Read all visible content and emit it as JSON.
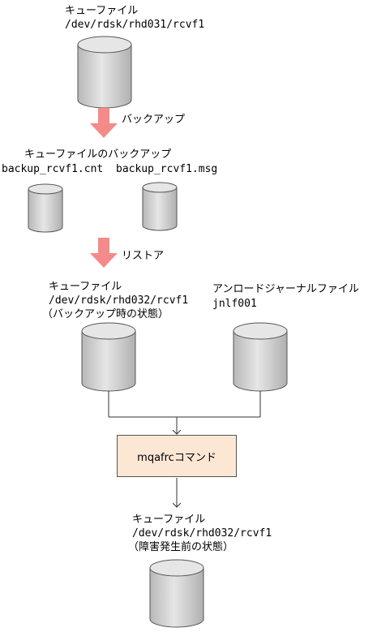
{
  "queue_top": {
    "title": "キューファイル",
    "path": "/dev/rdsk/rhd031/rcvf1"
  },
  "backup_step": {
    "label": "バックアップ"
  },
  "backup_files": {
    "title": "キューファイルのバックアップ",
    "file1": "backup_rcvf1.cnt",
    "file2": "backup_rcvf1.msg"
  },
  "restore_step": {
    "label": "リストア"
  },
  "queue_restored": {
    "title": "キューファイル",
    "path": "/dev/rdsk/rhd032/rcvf1",
    "note": "（バックアップ時の状態）"
  },
  "unload_journal": {
    "title": "アンロードジャーナルファイル",
    "name": "jnlf001"
  },
  "command": {
    "label": "mqafrcコマンド"
  },
  "queue_final": {
    "title": "キューファイル",
    "path": "/dev/rdsk/rhd032/rcvf1",
    "note": "（障害発生前の状態）"
  },
  "colors": {
    "arrow": "#f58a8a",
    "box": "#fbe7d4",
    "cylinder_top": "#e0e0e0",
    "cylinder_body": "#cccccc"
  }
}
